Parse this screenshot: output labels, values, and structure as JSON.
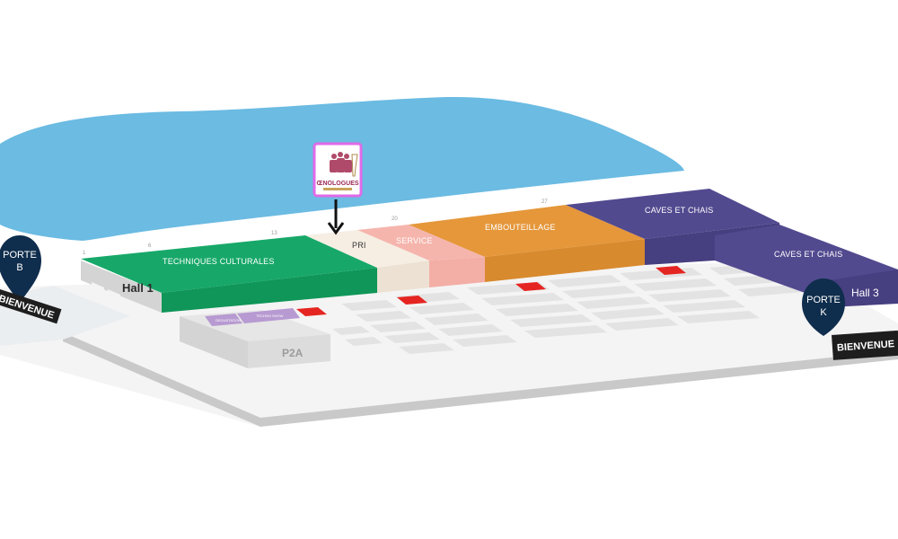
{
  "zones": {
    "techniques": "TECHNIQUES CULTURALES",
    "pri": "PRI",
    "service": "SERVICE",
    "embouteillage": "EMBOUTEILLAGE",
    "caves_left": "CAVES ET CHAIS",
    "caves_right": "CAVES ET CHAIS"
  },
  "aisle_numbers": {
    "n1": "1",
    "n6": "6",
    "n13": "13",
    "n20": "20",
    "n27": "27"
  },
  "halls": {
    "hall1": "Hall 1",
    "hall3": "Hall 3",
    "p2a": "P2A"
  },
  "small_labels": {
    "cheese": "DEGUSTATION",
    "techno_show": "TECHNO SHOW"
  },
  "gates": {
    "porte_b_line1": "PORTE",
    "porte_b_line2": "B",
    "porte_k_line1": "PORTE",
    "porte_k_line2": "K"
  },
  "signs": {
    "bienvenue_left": "BIENVENUE",
    "bienvenue_right": "BIENVENUE"
  },
  "logo": {
    "text": "ŒNOLOGUES"
  },
  "colors": {
    "water": "#6bbbe2",
    "techniques": "#119b5e",
    "pri": "#f1e6d8",
    "service": "#f3aea6",
    "embouteillage": "#e09233",
    "caves": "#4b4487",
    "stand_marker": "#e52521",
    "pin": "#0f2d4c"
  }
}
